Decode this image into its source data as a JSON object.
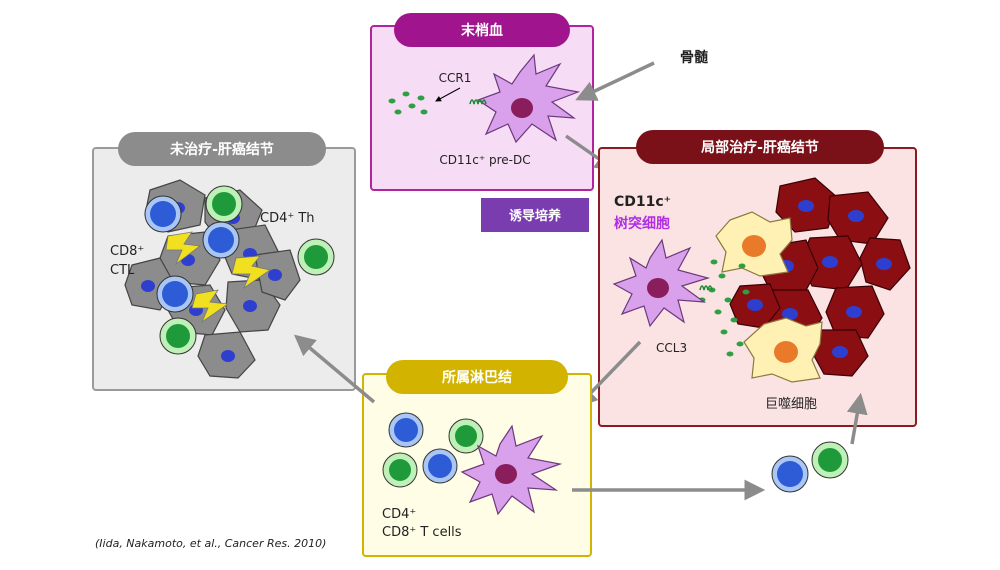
{
  "panels": {
    "blood": {
      "title": "末梢血",
      "ccr1_label": "CCR1",
      "cell_label": "CD11c⁺ pre-DC"
    },
    "bone_marrow_label": "骨髄",
    "induction_label": "诱导培养",
    "untreated": {
      "title": "未治疗-肝癌结节",
      "cd8_label_line1": "CD8⁺",
      "cd8_label_line2": "CTL",
      "cd4_label": "CD4⁺ Th"
    },
    "local": {
      "title": "局部治疗-肝癌结节",
      "dc_label_line1": "CD11c⁺",
      "dc_label_line2": "树突细胞",
      "ccl3_label": "CCL3",
      "macrophage_label": "巨噬细胞"
    },
    "lymph": {
      "title": "所属淋巴结",
      "label_line1": "CD4⁺",
      "label_line2": "CD8⁺ T cells"
    }
  },
  "citation": "(Iida, Nakamoto, et al., Cancer Res. 2010)",
  "colors": {
    "blood_header": "#a0148e",
    "blood_bg": "#f7dcf5",
    "untreated_header": "#8c8c8c",
    "untreated_bg": "#ececec",
    "local_header": "#7a1018",
    "local_bg": "#fbe3e4",
    "lymph_header": "#d2b400",
    "lymph_bg": "#fffde6",
    "induction_bg": "#7a3db0",
    "dc_fill": "#d9a0ec",
    "dc_nucleus": "#8a1d5c",
    "tcell_blue": "#2e5bd6",
    "tcell_green": "#1f9a3a",
    "tumor_cell": "#8b0e13",
    "macrophage": "#fff0b3",
    "arrow": "#8c8c8c",
    "lightning": "#f0e020"
  }
}
